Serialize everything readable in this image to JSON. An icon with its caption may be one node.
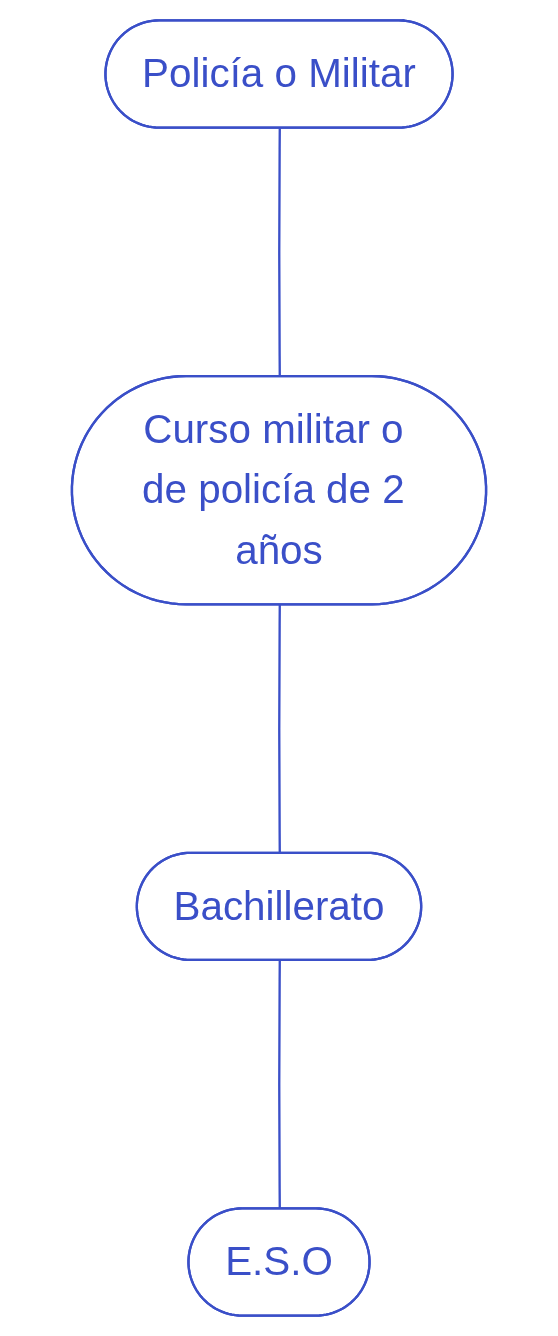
{
  "diagram": {
    "nodes": [
      {
        "text": [
          "Policía o Militar"
        ]
      },
      {
        "text": [
          "Curso militar o de policía de 2 años"
        ]
      },
      {
        "text": [
          "Bachillerato"
        ]
      },
      {
        "text": [
          "E.S.O"
        ]
      }
    ],
    "edges": [
      {
        "from": 0,
        "to": 1,
        "arrow": "none"
      },
      {
        "from": 1,
        "to": 2,
        "arrow": "none"
      },
      {
        "from": 2,
        "to": 3,
        "arrow": "none"
      }
    ]
  }
}
